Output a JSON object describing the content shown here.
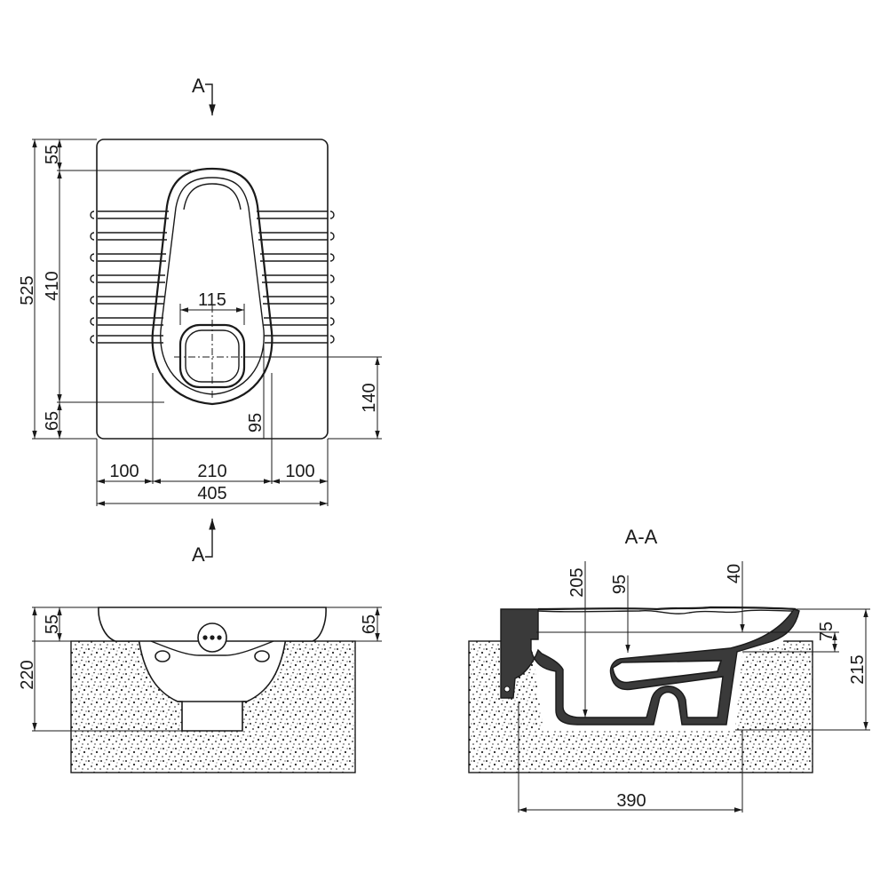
{
  "section_marks": {
    "top": "A",
    "bottom": "A",
    "section_title": "A-A"
  },
  "plan_view": {
    "dims": {
      "overall_depth": "525",
      "top_margin": "55",
      "pan_length": "410",
      "bottom_margin": "65",
      "outlet_width": "115",
      "outlet_offset": "95",
      "outlet_to_edge": "140",
      "side_left": "100",
      "pan_width": "210",
      "side_right": "100",
      "overall_width": "405"
    }
  },
  "front_view": {
    "dims": {
      "rim_height": "55",
      "total_height": "220",
      "right_rim": "65"
    }
  },
  "section_view": {
    "dims": {
      "depth_205": "205",
      "depth_95": "95",
      "offset_40": "40",
      "height_75": "75",
      "height_215": "215",
      "length_390": "390"
    }
  }
}
